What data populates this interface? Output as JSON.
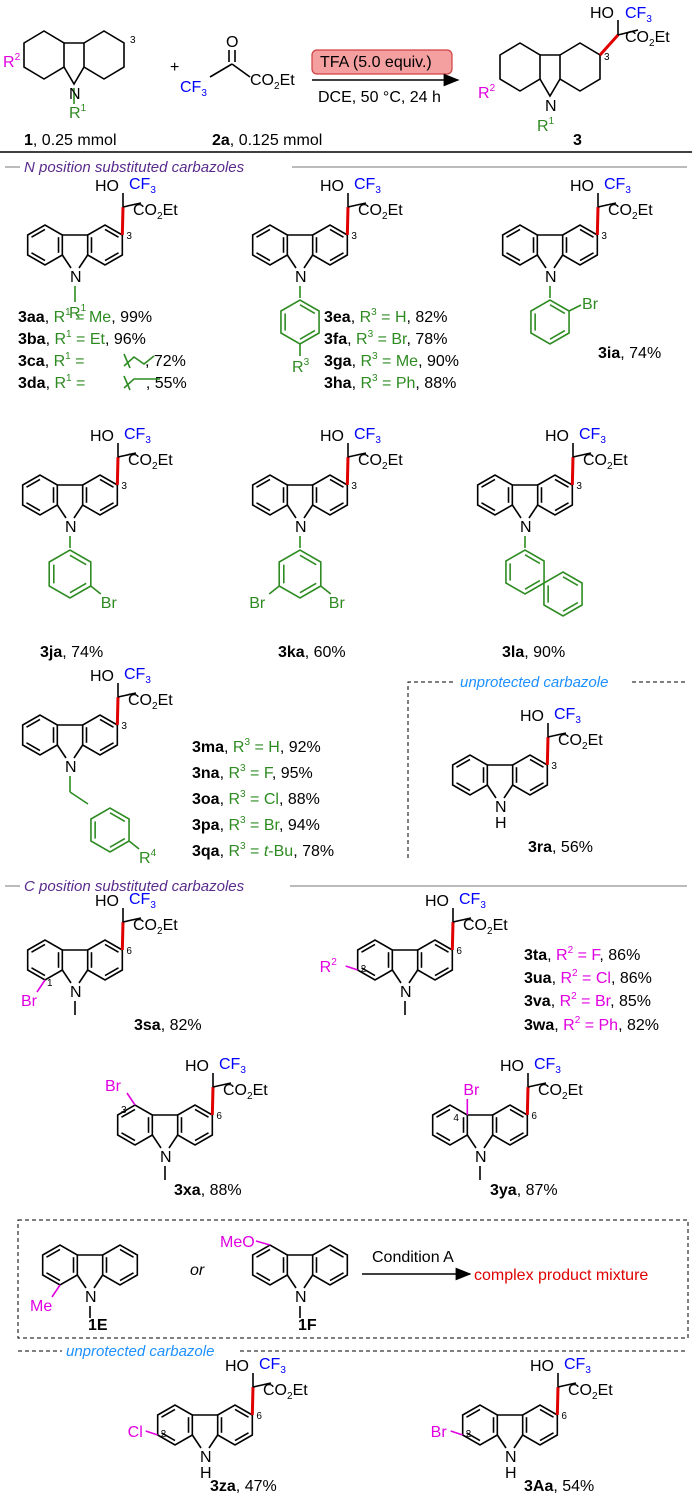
{
  "colors": {
    "text": "#000000",
    "green": "#2e8b22",
    "blue": "#0000ff",
    "magenta": "#e000e0",
    "red": "#e00000",
    "section": "#5a2b8c",
    "unprotected": "#1e90ff",
    "tfa_fill": "#f4a0a0",
    "tfa_border": "#d04040"
  },
  "header": {
    "sm1_label_bold": "1",
    "sm1_label_rest": ", 0.25 mmol",
    "sm2_label_bold": "2a",
    "sm2_label_rest": ", 0.125 mmol",
    "plus": "+",
    "reagent": "TFA (5.0 equiv.)",
    "conditions": "DCE, 50 °C, 24 h",
    "product_label": "3",
    "pos3": "3"
  },
  "frag": {
    "HO": "HO",
    "CF": "CF",
    "sub3": "3",
    "CO": "CO",
    "sub2": "2",
    "Et": "Et",
    "O": "O",
    "N": "N",
    "H": "H",
    "R": "R",
    "sup1": "1",
    "sup2": "2",
    "sup3": "3",
    "sup4": "4",
    "Br": "Br",
    "Me": "Me",
    "MeO": "MeO",
    "Cl": "Cl",
    "F": "F"
  },
  "sections": {
    "n_title": "N position substituted carbazoles",
    "c_title": "C position substituted carbazoles",
    "unprotected": "unprotected carbazole"
  },
  "compounds": {
    "aa": {
      "id": "3aa",
      "r": "R",
      "sup": "1",
      "eq": " = Me",
      "yield": ", 99%"
    },
    "ba": {
      "id": "3ba",
      "r": "R",
      "sup": "1",
      "eq": " = Et",
      "yield": ", 96%"
    },
    "ca": {
      "id": "3ca",
      "r": "R",
      "sup": "1",
      "eq": " = ",
      "yield": ", 72%"
    },
    "da": {
      "id": "3da",
      "r": "R",
      "sup": "1",
      "eq": " = ",
      "yield": ", 55%"
    },
    "ea": {
      "id": "3ea",
      "r": "R",
      "sup": "3",
      "eq": " = H",
      "yield": ", 82%"
    },
    "fa": {
      "id": "3fa",
      "r": "R",
      "sup": "3",
      "eq": " = Br",
      "yield": ", 78%"
    },
    "ga": {
      "id": "3ga",
      "r": "R",
      "sup": "3",
      "eq": " = Me",
      "yield": ", 90%"
    },
    "ha": {
      "id": "3ha",
      "r": "R",
      "sup": "3",
      "eq": " = Ph",
      "yield": ", 88%"
    },
    "ia": {
      "id": "3ia",
      "yield": ", 74%"
    },
    "ja": {
      "id": "3ja",
      "yield": ", 74%"
    },
    "ka": {
      "id": "3ka",
      "yield": ", 60%"
    },
    "la": {
      "id": "3la",
      "yield": ", 90%"
    },
    "ma": {
      "id": "3ma",
      "r": "R",
      "sup": "3",
      "eq": " = H",
      "yield": ", 92%"
    },
    "na": {
      "id": "3na",
      "r": "R",
      "sup": "3",
      "eq": " = F",
      "yield": ", 95%"
    },
    "oa": {
      "id": "3oa",
      "r": "R",
      "sup": "3",
      "eq": " = Cl",
      "yield": ", 88%"
    },
    "pa": {
      "id": "3pa",
      "r": "R",
      "sup": "3",
      "eq": " = Br",
      "yield": ", 94%"
    },
    "qa": {
      "id": "3qa",
      "r": "R",
      "sup": "3",
      "eq": " = ",
      "eq_it": "t",
      "eq_rest": "-Bu",
      "yield": ", 78%"
    },
    "ra": {
      "id": "3ra",
      "yield": ", 56%"
    },
    "sa": {
      "id": "3sa",
      "yield": ", 82%"
    },
    "ta": {
      "id": "3ta",
      "r": "R",
      "sup": "2",
      "eq": " = F",
      "yield": ", 86%"
    },
    "ua": {
      "id": "3ua",
      "r": "R",
      "sup": "2",
      "eq": " = Cl",
      "yield": ", 86%"
    },
    "va": {
      "id": "3va",
      "r": "R",
      "sup": "2",
      "eq": " = Br",
      "yield": ", 85%"
    },
    "wa": {
      "id": "3wa",
      "r": "R",
      "sup": "2",
      "eq": " = Ph",
      "yield": ", 82%"
    },
    "xa": {
      "id": "3xa",
      "yield": ", 88%"
    },
    "ya": {
      "id": "3ya",
      "yield": ", 87%"
    },
    "za": {
      "id": "3za",
      "yield": ", 47%"
    },
    "Aa": {
      "id": "3Aa",
      "yield": ", 54%"
    }
  },
  "control": {
    "e_label": "1E",
    "f_label": "1F",
    "or": "or",
    "condition": "Condition A",
    "result": "complex product mixture"
  },
  "positions": {
    "p1": "1",
    "p2": "2",
    "p3": "3",
    "p4": "4",
    "p6": "6"
  }
}
